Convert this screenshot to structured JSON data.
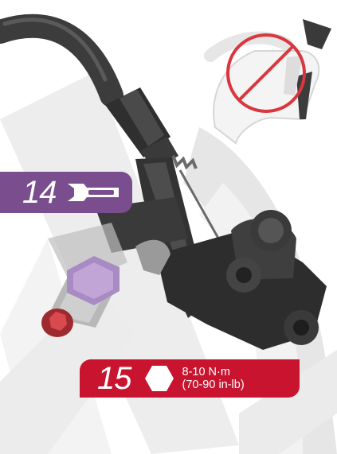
{
  "callouts": [
    {
      "step": "14",
      "tool": "wrench-icon",
      "color": "#7a4d8f"
    },
    {
      "step": "15",
      "tool": "hex-key-icon",
      "torque_line1": "8-10 N·m",
      "torque_line2": "(70-90 in-lb)",
      "color": "#c8142f"
    }
  ],
  "inset": {
    "icon": "no-symbol-icon",
    "color": "#d9363e"
  }
}
